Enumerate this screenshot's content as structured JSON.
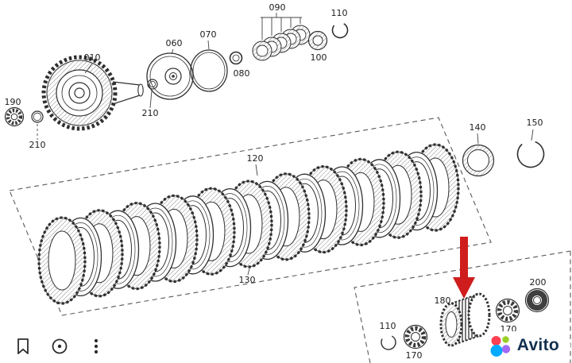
{
  "parts": {
    "p010": "010",
    "p060": "060",
    "p070": "070",
    "p080": "080",
    "p090": "090",
    "p100": "100",
    "p110_top": "110",
    "p120": "120",
    "p130": "130",
    "p140": "140",
    "p150": "150",
    "p170_left": "170",
    "p170_right": "170",
    "p180": "180",
    "p190": "190",
    "p200": "200",
    "p210_left": "210",
    "p210_mid": "210",
    "p110_bottom": "110"
  },
  "colors": {
    "arrow_red": "#cf1d1d",
    "diagram_line": "#2f2f2f",
    "brand_navy": "#12304f"
  },
  "toolbar": {
    "icons": [
      "bookmark-icon",
      "lens-icon",
      "kebab-menu-icon"
    ]
  },
  "watermark": {
    "brand": "Avito",
    "logo_colors": [
      "#ff4053",
      "#97cf26",
      "#00aaff",
      "#a169f7"
    ]
  }
}
